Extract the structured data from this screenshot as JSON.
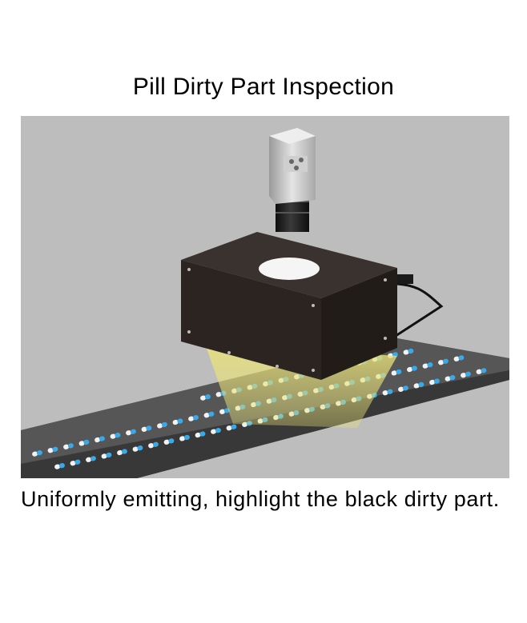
{
  "title": "Pill Dirty Part Inspection",
  "caption": "Uniformly emitting, highlight the black dirty part.",
  "illustration": {
    "subject": "camera above dome light over conveyor with capsules",
    "colors": {
      "background": "#bdbdbd",
      "conveyor": "#4a4a4a",
      "light_box": "#2b2421",
      "camera_body": "#d6d6d6",
      "lens": "#1c1c1c",
      "light_cone": "#e9e27a",
      "capsule_white": "#f2f2f2",
      "capsule_blue": "#3aa9e8"
    }
  }
}
